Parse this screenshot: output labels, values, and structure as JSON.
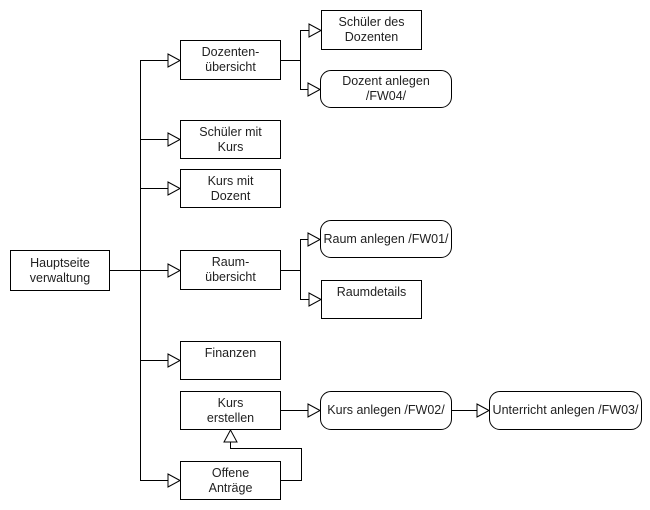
{
  "diagram": {
    "type": "flowchart-sitemap",
    "colors": {
      "background": "#ffffff",
      "node_fill": "#ffffff",
      "stroke": "#000000",
      "text": "#1f1f1f"
    },
    "nodes": [
      {
        "id": "hauptseite-verwaltung",
        "label": "Hauptseite\nverwaltung",
        "shape": "rect"
      },
      {
        "id": "dozenten-uebersicht",
        "label": "Dozenten-\nübersicht",
        "shape": "rect"
      },
      {
        "id": "schueler-des-dozenten",
        "label": "Schüler des\nDozenten",
        "shape": "rect"
      },
      {
        "id": "dozent-anlegen-fw04",
        "label": "Dozent anlegen /FW04/",
        "shape": "rounded"
      },
      {
        "id": "schueler-mit-kurs",
        "label": "Schüler mit\nKurs",
        "shape": "rect"
      },
      {
        "id": "kurs-mit-dozent",
        "label": "Kurs mit\nDozent",
        "shape": "rect"
      },
      {
        "id": "raum-uebersicht",
        "label": "Raum-\nübersicht",
        "shape": "rect"
      },
      {
        "id": "raum-anlegen-fw01",
        "label": "Raum anlegen /FW01/",
        "shape": "rounded"
      },
      {
        "id": "raumdetails",
        "label": "Raumdetails",
        "shape": "rect"
      },
      {
        "id": "finanzen",
        "label": "Finanzen",
        "shape": "rect"
      },
      {
        "id": "kurs-erstellen",
        "label": "Kurs\nerstellen",
        "shape": "rect"
      },
      {
        "id": "offene-antraege",
        "label": "Offene\nAnträge",
        "shape": "rect"
      },
      {
        "id": "kurs-anlegen-fw02",
        "label": "Kurs anlegen /FW02/",
        "shape": "rounded"
      },
      {
        "id": "unterricht-anlegen-fw03",
        "label": "Unterricht anlegen /FW03/",
        "shape": "rounded"
      }
    ],
    "edges": [
      {
        "from": "hauptseite-verwaltung",
        "to": "dozenten-uebersicht"
      },
      {
        "from": "hauptseite-verwaltung",
        "to": "schueler-mit-kurs"
      },
      {
        "from": "hauptseite-verwaltung",
        "to": "kurs-mit-dozent"
      },
      {
        "from": "hauptseite-verwaltung",
        "to": "raum-uebersicht"
      },
      {
        "from": "hauptseite-verwaltung",
        "to": "finanzen"
      },
      {
        "from": "hauptseite-verwaltung",
        "to": "offene-antraege"
      },
      {
        "from": "dozenten-uebersicht",
        "to": "schueler-des-dozenten"
      },
      {
        "from": "dozenten-uebersicht",
        "to": "dozent-anlegen-fw04"
      },
      {
        "from": "raum-uebersicht",
        "to": "raum-anlegen-fw01"
      },
      {
        "from": "raum-uebersicht",
        "to": "raumdetails"
      },
      {
        "from": "kurs-erstellen",
        "to": "kurs-anlegen-fw02"
      },
      {
        "from": "kurs-anlegen-fw02",
        "to": "unterricht-anlegen-fw03"
      },
      {
        "from": "offene-antraege",
        "to": "kurs-erstellen"
      }
    ]
  }
}
